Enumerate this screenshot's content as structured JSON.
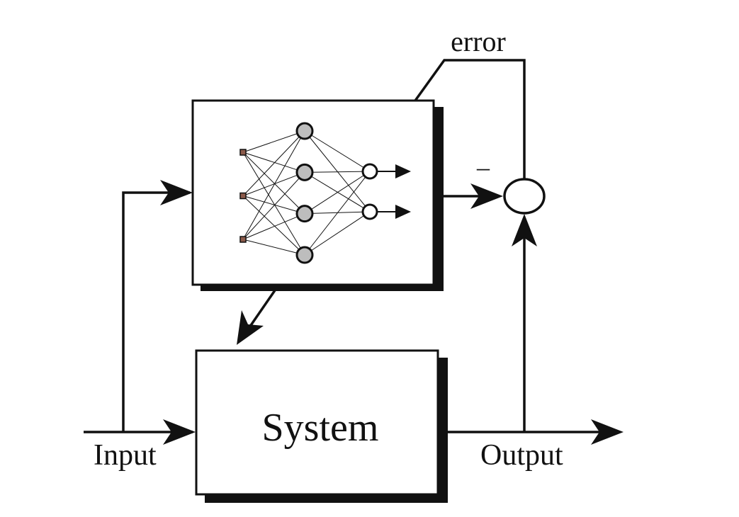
{
  "labels": {
    "error": "error",
    "minus": "–",
    "system": "System",
    "input": "Input",
    "output": "Output"
  },
  "colors": {
    "line": "#111111",
    "shadow": "#111111",
    "hidden_node_fill": "#bdbdbd",
    "input_node_fill": "#8b5a4a",
    "background": "#ffffff"
  },
  "network": {
    "input_nodes": 3,
    "hidden_nodes": 4,
    "output_nodes": 2
  }
}
